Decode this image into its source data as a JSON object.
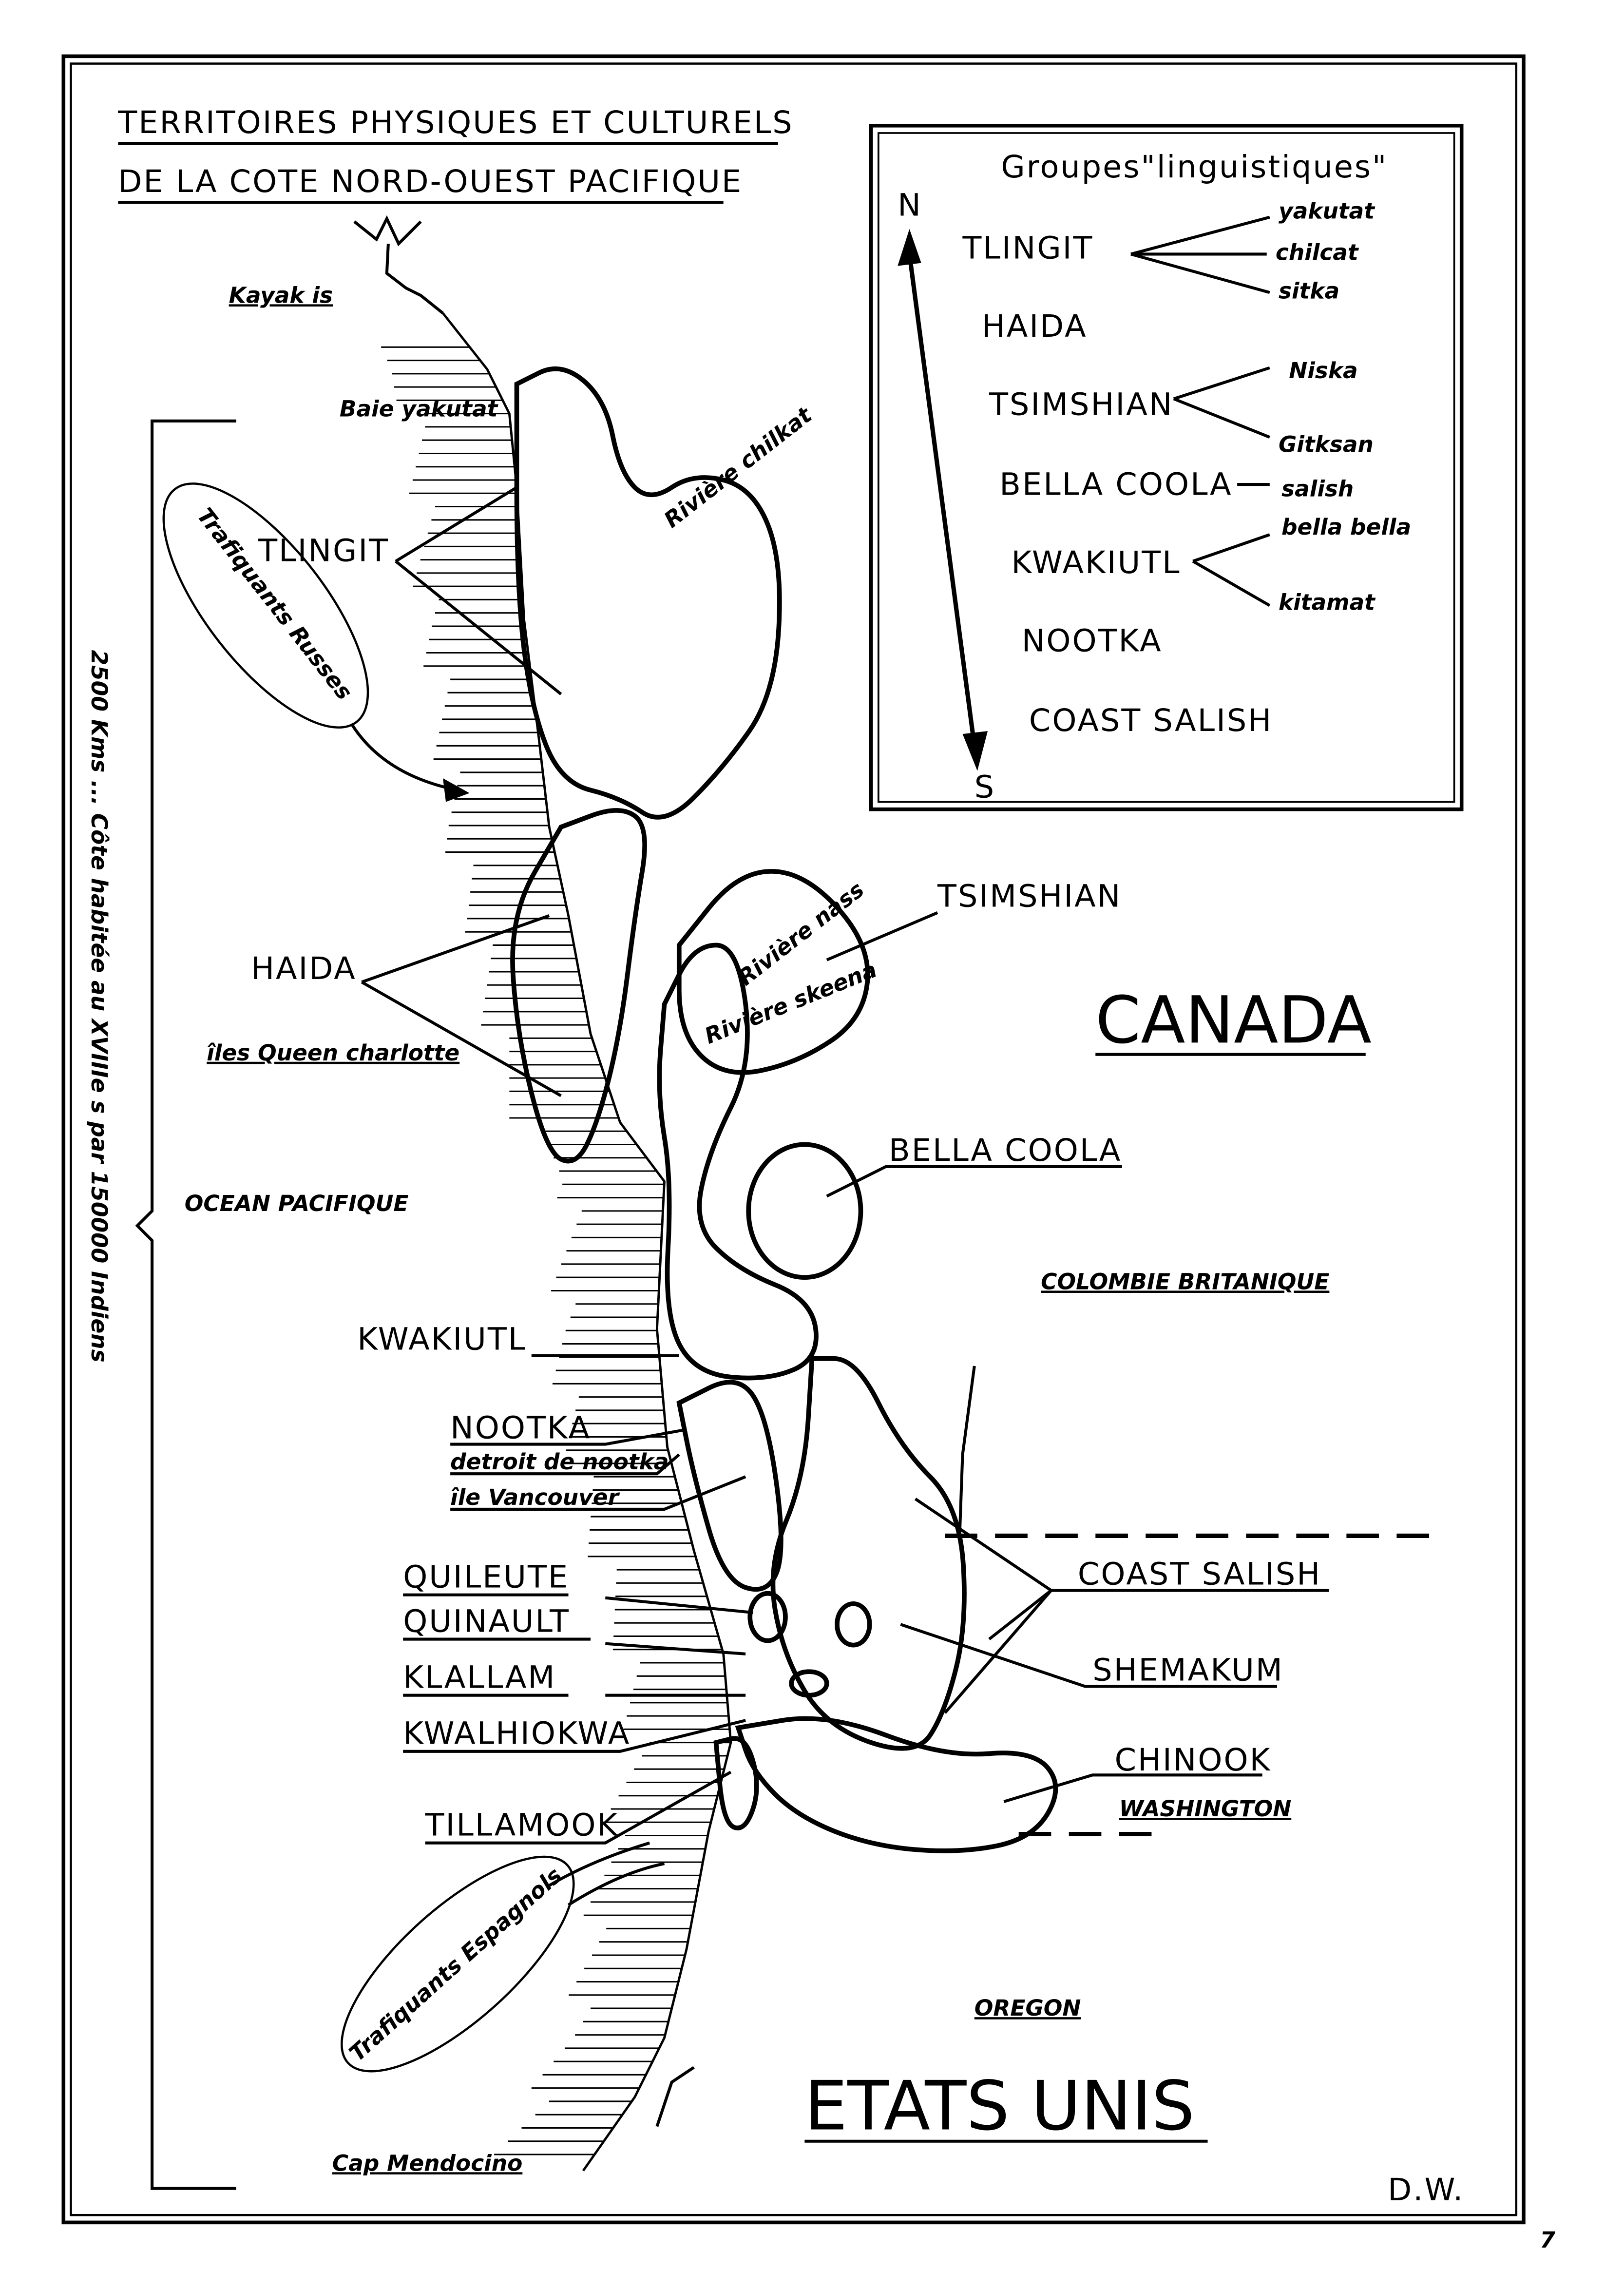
{
  "title": {
    "line1": "TERRITOIRES PHYSIQUES ET CULTURELS",
    "line2": "DE LA COTE NORD-OUEST PACIFIQUE"
  },
  "legend": {
    "title": "Groupes\"linguistiques\"",
    "north": "N",
    "south": "S",
    "groups": [
      "TLINGIT",
      "HAIDA",
      "TSIMSHIAN",
      "BELLA COOLA",
      "KWAKIUTL",
      "NOOTKA",
      "COAST SALISH"
    ],
    "subgroups": {
      "tlingit": [
        "yakutat",
        "chilcat",
        "sitka"
      ],
      "tsimshian": [
        "Niska",
        "Gitksan"
      ],
      "bella_coola": [
        "salish"
      ],
      "kwakiutl": [
        "bella bella",
        "kitamat"
      ]
    }
  },
  "side_note": "2500 Kms ...   Côte habitée au XVIIIe s par 150000 Indiens",
  "places": {
    "kayak": "Kayak is",
    "yakutat_bay": "Baie yakutat",
    "chilkat_river": "Rivière chilkat",
    "nass_river": "Rivière nass",
    "skeena_river": "Rivière skeena",
    "queen_charlotte": "îles Queen charlotte",
    "ocean": "OCEAN PACIFIQUE",
    "canada": "CANADA",
    "bc": "COLOMBIE BRITANIQUE",
    "nootka_strait": "detroit de nootka",
    "vancouver": "île Vancouver",
    "washington": "WASHINGTON",
    "oregon": "OREGON",
    "usa": "ETATS UNIS",
    "mendocino": "Cap Mendocino"
  },
  "traders": {
    "russian": "Trafiquants Russes",
    "spanish": "Trafiquants Espagnols"
  },
  "tribes": {
    "tlingit": "TLINGIT",
    "haida": "HAIDA",
    "tsimshian": "TSIMSHIAN",
    "bella_coola": "BELLA COOLA",
    "kwakiutl": "KWAKIUTL",
    "nootka": "NOOTKA",
    "coast_salish": "COAST SALISH",
    "quileute": "QUILEUTE",
    "quinault": "QUINAULT",
    "klallam": "KLALLAM",
    "kwalhiokwa": "KWALHIOKWA",
    "shemakum": "SHEMAKUM",
    "chinook": "CHINOOK",
    "tillamook": "TILLAMOOK"
  },
  "signature": "D.W.",
  "page_number": "7"
}
